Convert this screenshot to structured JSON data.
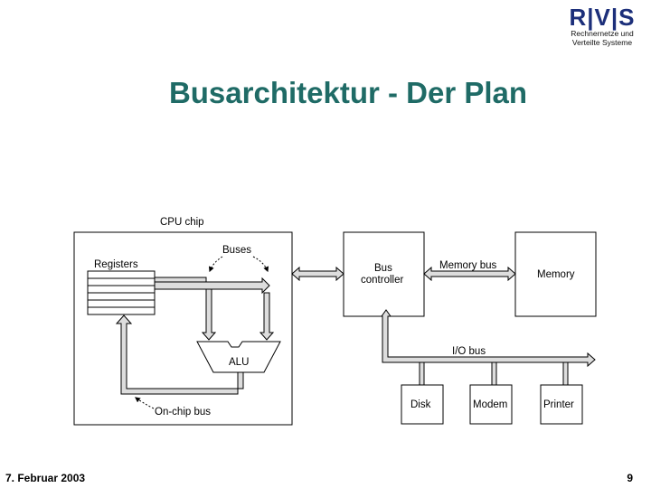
{
  "logo": {
    "mark": "R|V|S",
    "line1": "Rechnernetze und",
    "line2": "Verteilte Systeme"
  },
  "slide": {
    "title": "Busarchitektur - Der Plan",
    "date": "7. Februar 2003",
    "page": "9"
  },
  "diagram": {
    "cpu_chip_label": "CPU chip",
    "registers_label": "Registers",
    "buses_label": "Buses",
    "alu_label": "ALU",
    "onchip_bus_label": "On-chip bus",
    "bus_controller_label_1": "Bus",
    "bus_controller_label_2": "controller",
    "memory_bus_label": "Memory bus",
    "memory_label": "Memory",
    "io_bus_label": "I/O bus",
    "disk_label": "Disk",
    "modem_label": "Modem",
    "printer_label": "Printer"
  }
}
